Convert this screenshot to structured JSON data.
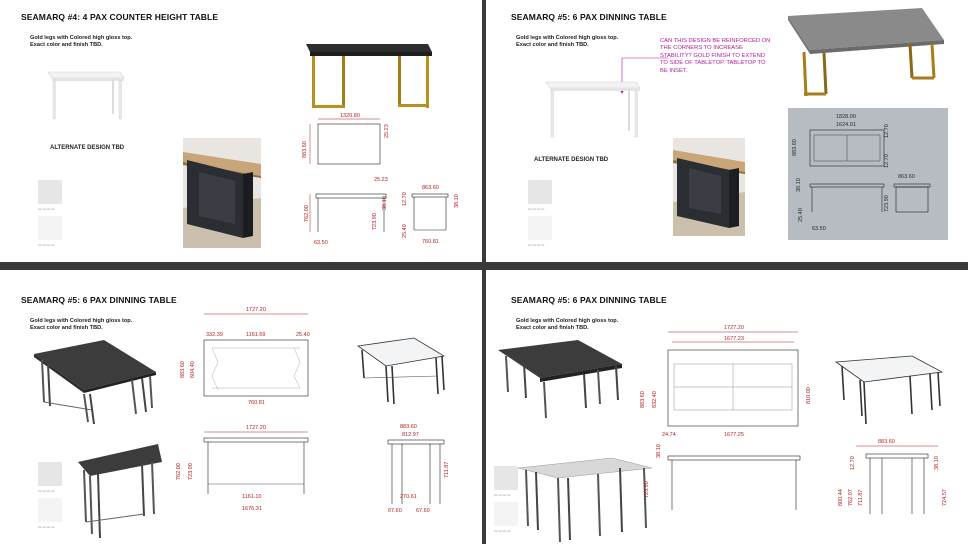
{
  "slides": [
    {
      "title": "SEAMARQ #4: 4 PAX COUNTER HEIGHT TABLE",
      "description": [
        "Gold legs with Colored high gloss top.",
        "Exact color and finish TBD."
      ],
      "alternate": "ALTERNATE DESIGN TBD",
      "dims": [
        "1320.80",
        "883.60",
        "25.23",
        "25.23",
        "762.00",
        "723.90",
        "38.10",
        "12.70",
        "863.60",
        "38.10",
        "63.50",
        "25.40",
        "760.81"
      ]
    },
    {
      "title": "SEAMARQ #5: 6 PAX DINNING TABLE",
      "description": [
        "Gold legs with Colored high gloss top.",
        "Exact color and finish TBD."
      ],
      "alternate": "ALTERNATE DESIGN TBD",
      "note": [
        "CAN THIS DESIGN BE REINFORCED ON",
        "THE CORNERS TO INCREASE",
        "STABILITY? GOLD FINISH TO EXTEND",
        "TO SIDE OF TABLETOP. TABLETOP TO",
        "BE INSET."
      ],
      "dims": [
        "1828.00",
        "1624.01",
        "12.70",
        "883.60",
        "12.70",
        "863.60",
        "38.10",
        "723.90",
        "25.40",
        "63.50"
      ]
    },
    {
      "title": "SEAMARQ #5: 6 PAX DINNING TABLE",
      "description": [
        "Gold legs with Colored high gloss top.",
        "Exact color and finish TBD."
      ],
      "dims": [
        "1727.20",
        "332.39",
        "1161.69",
        "25.40",
        "883.60",
        "604.40",
        "760.81",
        "1727.20",
        "762.00",
        "723.90",
        "1161.10",
        "1676.31",
        "883.60",
        "812.97",
        "711.87",
        "270.61",
        "67.60",
        "67.60"
      ]
    },
    {
      "title": "SEAMARQ #5: 6 PAX DINNING TABLE",
      "description": [
        "Gold legs with Colored high gloss top.",
        "Exact color and finish TBD."
      ],
      "dims": [
        "1727.20",
        "1677.23",
        "883.60",
        "832.40",
        "810.00",
        "24.74",
        "1677.25",
        "38.10",
        "723.90",
        "883.60",
        "12.70",
        "38.10",
        "800.44",
        "762.07",
        "711.87",
        "724.57"
      ]
    }
  ],
  "colors": {
    "dimension": "#b41e1e",
    "note": "#b11aa3",
    "gold": "#a87d1c",
    "top_dark": "#3c3c3c"
  }
}
